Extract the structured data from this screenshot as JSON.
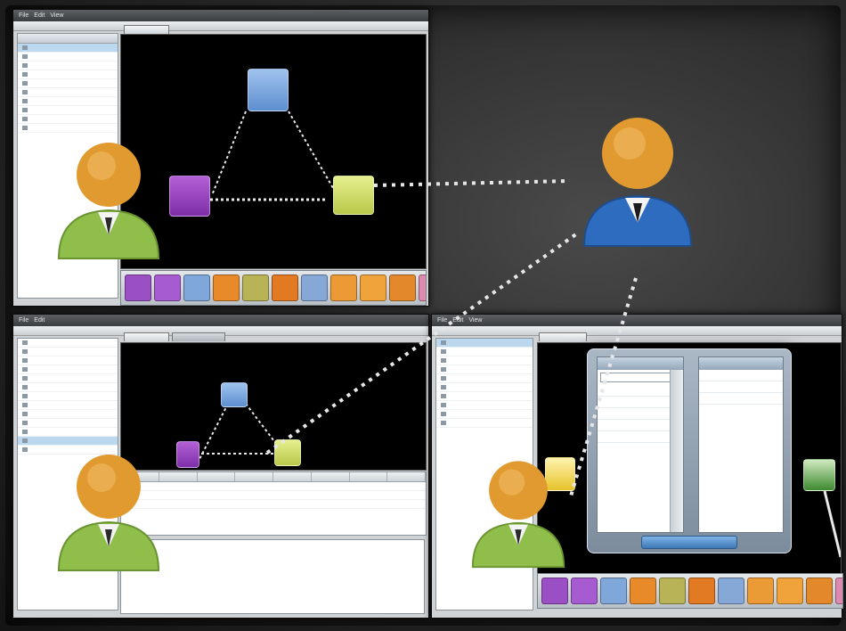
{
  "scene": {
    "colors": {
      "background": "#2a2a2a",
      "link_dots": "#e6e6e6",
      "person_green": "#8fbf4a",
      "person_blue": "#2e6cc0",
      "head_orange": "#e19a2f"
    }
  },
  "windows": {
    "top_left": {
      "menu": [
        "File",
        "Edit",
        "View"
      ],
      "tree_header": "",
      "tree_rows": [
        "",
        "",
        "",
        "",
        "",
        "",
        "",
        "",
        "",
        "",
        "",
        ""
      ],
      "tab": ""
    },
    "bottom_left": {
      "menu": [
        "File",
        "Edit"
      ],
      "tree_rows": [
        "",
        "",
        "",
        "",
        "",
        "",
        "",
        "",
        "",
        "",
        "",
        "",
        ""
      ],
      "tabs": [
        "",
        ""
      ],
      "table_headers": [
        "",
        "",
        "",
        "",
        "",
        "",
        "",
        "",
        ""
      ],
      "table_rows": [
        [
          "",
          "",
          "",
          "",
          "",
          "",
          "",
          ""
        ],
        [
          "",
          "",
          "",
          "",
          "",
          "",
          "",
          ""
        ],
        [
          "",
          "",
          "",
          "",
          "",
          "",
          "",
          ""
        ]
      ],
      "log_lines": [
        "",
        "",
        "",
        "",
        "",
        "",
        "",
        ""
      ]
    },
    "bottom_right": {
      "menu": [
        "File",
        "Edit",
        "View"
      ],
      "tree_rows": [
        "",
        "",
        "",
        "",
        "",
        "",
        "",
        "",
        "",
        ""
      ],
      "tab": ""
    }
  },
  "dialog": {
    "left_title": "",
    "right_title": "",
    "left_items": [
      "",
      "",
      "",
      "",
      ""
    ],
    "right_items": [
      "",
      "",
      ""
    ],
    "ok_label": ""
  },
  "icons": {
    "palette": [
      "purple-node-icon",
      "purple-node-icon",
      "blue-node-icon",
      "orange-node-icon",
      "olive-node-icon",
      "orange-node-icon",
      "blue-node-icon",
      "orange-node-icon",
      "orange-node-icon",
      "orange-node-icon",
      "pink-node-icon"
    ]
  }
}
